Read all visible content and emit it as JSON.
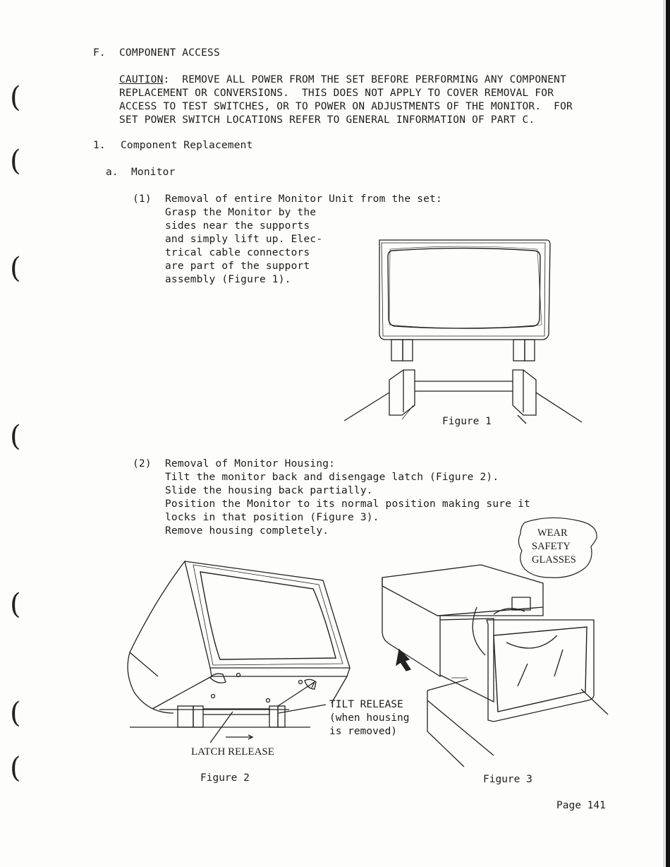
{
  "section": {
    "letter": "F.",
    "title": "COMPONENT ACCESS"
  },
  "caution": {
    "label": "CAUTION",
    "line1": ":  REMOVE ALL POWER FROM THE SET BEFORE PERFORMING ANY COMPONENT",
    "line2": "REPLACEMENT OR CONVERSIONS.  THIS DOES NOT APPLY TO COVER REMOVAL FOR",
    "line3": "ACCESS TO TEST SWITCHES, OR TO POWER ON ADJUSTMENTS OF THE MONITOR.  FOR",
    "line4": "SET POWER SWITCH LOCATIONS REFER TO GENERAL INFORMATION OF PART C."
  },
  "item1": {
    "num": "1.",
    "title": "Component Replacement"
  },
  "itemA": {
    "letter": "a.",
    "title": "Monitor"
  },
  "step1": {
    "num": "(1)",
    "line1": "Removal of entire Monitor Unit from the set:",
    "line2": "Grasp the Monitor by the",
    "line3": "sides near the supports",
    "line4": "and simply lift up. Elec-",
    "line5": "trical cable connectors",
    "line6": "are part of the support",
    "line7": "assembly (Figure 1)."
  },
  "figure1_caption": "Figure 1",
  "step2": {
    "num": "(2)",
    "line1": "Removal of Monitor Housing:",
    "line2": "Tilt the monitor back and disengage latch (Figure 2).",
    "line3": "Slide the housing back partially.",
    "line4": "Position the Monitor to its normal position making sure it",
    "line5": "locks in that position (Figure 3).",
    "line6": "Remove housing completely."
  },
  "safety": {
    "line1": "WEAR",
    "line2": "SAFETY",
    "line3": "GLASSES"
  },
  "tilt_release": {
    "line1": "TILT RELEASE",
    "line2": "(when housing",
    "line3": "is removed)"
  },
  "latch_release": "LATCH RELEASE",
  "figure2_caption": "Figure 2",
  "figure3_caption": "Figure 3",
  "page": {
    "label": "Page",
    "number": "141"
  }
}
